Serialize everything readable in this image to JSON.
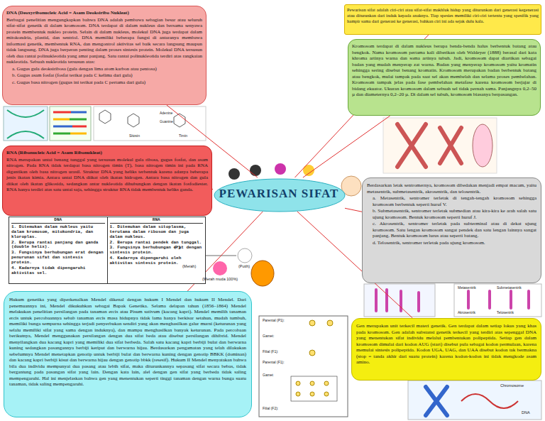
{
  "diagram": {
    "nodes": [
      {
        "text": [
          "DNA (Deoxyribonucleic Acid = Asam Deoksiribo Nukleat)",
          "Berbagai penelitian mengungkapkan bahwa DNA adalah pembawa sebagian besar atau seluruh sifat-sifat genetik di dalam kromosom. DNA terdapat di dalam nukleus dan bersama senyawa protein membentuk nukleo protein. Selain di dalam nukleus, molekul DNA juga terdapat dalam mitokondria, plastid, dan sentriol. DNA memiliki beberapa fungsi di antaranya membawa informasi genetik, membentuk RNA, dan mengontrol aktivitas sel baik secara langsung maupun tidak langsung. DNA juga berperan penting dalam proses sintesis protein. Molekul DNA tersusun oleh dua rantai polinukleotida yang amat panjang. Satu rantai polinukleotida terdiri atas rangkaian nukleotida. Sebuah nukleotida tersusun atas:",
          "a. Gugus gula deoksiribosa (gula dengan lima atom karbon atau pentosa)",
          "b. Gugus asam fosfat (fosfat terikat pada C kelima dari gula)",
          "c. Gugus basa nitrogen (gugus ini terikat pada C pertama dari gula)"
        ]
      },
      {
        "text": [
          "Pewarisan sifat adalah ciri-ciri atau sifat-sifat makhluk hidup yang diturunkan dari generasi kegenerasi atau diturunkan dari induk kepada anaknya. Tiap spesies memiliki ciri-ciri tertentu yang spesifik yang hampir sama dari generasi ke generasi, bahkan ciri ini ada sejak dulu kala."
        ]
      },
      {
        "text": [
          "Kromosom terdapat di dalam nukleus berupa benda-benda halus berbentuk batang atau bengkok. Nama kromosom pertama kali diberikan oleh Waldeyer (1888) berasal dari kata khroma artinya warna dan soma artinya tubuh. Jadi, kromosom dapat diartikan sebagai badan yang mudah menyerap zat warna. Badan yang menyerap kromosom yaitu kromatin sehingga sering disebut benang kromatin. Kromosom merupakan badan berbentuk batang atau bengkok, mulai tampak pada saat sel akan membelah dan selama proses pembelahan. Kromosom tampak jelas pada fase pembelahan metafase karena kromosom berjajar di bidang ekuator. Ukuran kromosom dalam sebuah sel tidak pernah sama. Panjangnya 0,2–50 µ dan diameternya 0,2–20 µ. Di dalam sel tubuh, kromosom biasanya berpasangan."
        ]
      },
      {
        "text": [
          "RNA (Ribonucleic Acid = Asam Ribonukleat)",
          "RNA merupakan untai benang tunggal yang tersusun molekul gula ribosa, gugus fosfat, dan asam nitrogen. Pada RNA tidak terdapat basa nitrogen timin (T), basa nitrogen timin ini pada RNA digantikan oleh basa nitrogen urasil. Struktur DNA yang heliks terbentuk karena adanya beberapa jenis ikatan kimia. Antara untai DNA diikat oleh ikatan hidrogen. Antara basa nitrogen dan gula diikat oleh ikatan glikosida, sedangkan antar nukleotida dihubungkan dengan ikatan fosfodiester. RNA hanya terdiri atas satu untai saja, sehingga struktur RNA tidak membentuk heliks ganda."
        ]
      },
      {
        "text": [
          "PEWARISAN SIFAT"
        ]
      },
      {
        "text": [
          "Berdasarkan letak sentromernya, kromosom dibedakan menjadi empat macam, yaitu metasentrik, submetasentrik, akrosentrik, dan telosentrik.",
          "a. Metasentrik, sentromer terletak di tengah-tengah kromosom sehingga kromosom berbentuk seperti huruf V.",
          "b. Submetasentrik, sentromer terletak submedian atau kira-kira ke arah salah satu ujung kromosom. Bentuk kromosom seperti huruf J.",
          "c. Akrosentrik, sentromer terletak pada subterminal atau di dekat ujung kromosom. Satu lengan kromosom sangat pendek dan satu lengan lainnya sangat panjang. Bentuk kromosom lurus atau seperti batang.",
          "d. Telosentrik, sentromer terletak pada ujung kromosom."
        ]
      },
      {
        "text": [
          "Hukum genetika yang diperkenalkan Mendel dikenal dengan hukum I Mendel dan hukum II Mendel. Dari penemuannya ini, Mendel dikukuhkan sebagai Bapak Genetika. Selama delapan tahun (1856–1864) Mendel melakukan penelitian persilangan pada tanaman ercis atau Pisum sativum (kacang kapri). Mendel memilih tanaman ercis untuk percobaannya sebab tanaman ercis masa hidupnya tidak lama hanya berkisar setahun, mudah tumbuh, memiliki bunga sempurna sehingga terjadi penyerbukan sendiri yang akan menghasilkan galur murni (keturunan yang selalu memiliki sifat yang sama dengan induknya), dan mampu menghasilkan banyak keturunan. Pada percobaan berikutnya, Mendel menggunakan persilangan dengan dua sifat beda atau disebut persilangan dihibrid. Mendel menyilangkan dua kacang kapri yang memiliki dua sifat berbeda. Salah satu kacang kapri berbiji bulat dan berwarna kuning sedangkan pasangannya berbiji keriput dan berwarna hijau. Berdasarkan pengamatan yang telah dilakukan sebelumnya Mendel menetapkan genotip untuk berbiji bulat dan berwarna kuning dengan genotip BBKK (dominan) dan kacang kapri berbiji kisut dan berwarna hijau dengan genotip bbkk (resesif). Hukum II Mendel menyatakan bahwa bila dua individu mempunyai dua pasang atau lebih sifat, maka diturunkannya sepasang sifat secara bebas, tidak bergantung pada pasangan sifat yang lain. Dengan kata lain, alel dengan gen sifat yang berbeda tidak saling mempengaruhi. Hal ini menjelaskan bahwa gen yang menentukan seperti tinggi tanaman dengan warna bunga suatu tanaman, tidak saling mempengaruhi."
        ]
      },
      {
        "text": [
          "Gen merupakan unit terkecil materi genetik. Gen terdapat dalam setiap lokus yang khas pada kromosom. Gen adalah substansi genetik terkecil yang terdiri atas sepenggal DNA yang menentukan sifat individu melalui pembentukan polipeptida. Setiap gen dalam kromosom dimulai dari kodon AUG (start) disebut pula sebagai kodon permulaan, karena memulai sintesis polipeptida. Kodon UGA, UAG, dan UAA disebut kodon tak bermakna (stop = tanda akhir dari suatu protein) karena kodon-kodon ini tidak mengkode asam amino."
        ]
      }
    ],
    "edges": [
      {
        "from": 4,
        "to": 0,
        "arrow": "none"
      },
      {
        "from": 4,
        "to": 1,
        "arrow": "none"
      },
      {
        "from": 4,
        "to": 2,
        "arrow": "none"
      },
      {
        "from": 4,
        "to": 3,
        "arrow": "none"
      },
      {
        "from": 4,
        "to": 5,
        "arrow": "none"
      },
      {
        "from": 4,
        "to": 6,
        "arrow": "none"
      },
      {
        "from": 4,
        "to": 7,
        "arrow": "none"
      }
    ],
    "labels": [
      "DNA",
      "RNA",
      "1. Ditemukan dalam nukleus yaitu dalam kromosom, mitokondria, dan kloroplas.",
      "2. Berupa rantai panjang dan ganda (double helix).",
      "3. Fungsinya berhubungan erat dengan penurunan sifat dan sintesis protein.",
      "4. Kadarnya tidak dipengaruhi aktivitas sel.",
      "1. Ditemukan dalam sitoplasma, terutama dalam ribosom dan juga dalam nukleus.",
      "2. Berupa rantai pendek dan tunggal.",
      "3. Fungsinya berhubungan erat dengan sintesis protein.",
      "4. Kadarnya dipengaruhi oleh aktivitas sintesis protein.",
      "P1",
      "(Merah)",
      "(Putih)",
      "(Merah muda 100%)",
      "Parental (P1):",
      "Gamet:",
      "Filial (F1):",
      "Parental (F1):",
      "Gamet",
      "Filial (F2):",
      "Adenine",
      "Guanine",
      "Sitosin",
      "Timin",
      "Metasentrik",
      "Submetasentrik",
      "Akrosentrik",
      "Telosentrik",
      "Chromosome",
      "DNA"
    ]
  }
}
